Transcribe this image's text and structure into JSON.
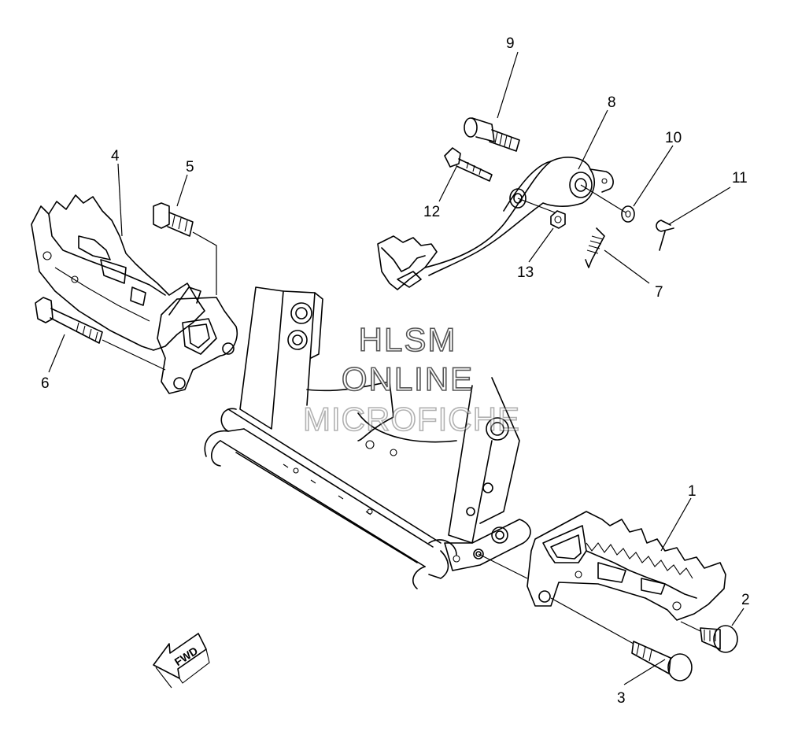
{
  "watermark": {
    "line1": "HLSM",
    "line2": "ONLINE",
    "line3": "MICROFICHE"
  },
  "direction_arrow": {
    "label": "FWD"
  },
  "callouts": [
    {
      "id": "1",
      "label": "1"
    },
    {
      "id": "2",
      "label": "2"
    },
    {
      "id": "3",
      "label": "3"
    },
    {
      "id": "4",
      "label": "4"
    },
    {
      "id": "5",
      "label": "5"
    },
    {
      "id": "6",
      "label": "6"
    },
    {
      "id": "7",
      "label": "7"
    },
    {
      "id": "8",
      "label": "8"
    },
    {
      "id": "9",
      "label": "9"
    },
    {
      "id": "10",
      "label": "10"
    },
    {
      "id": "11",
      "label": "11"
    },
    {
      "id": "12",
      "label": "12"
    },
    {
      "id": "13",
      "label": "13"
    }
  ],
  "colors": {
    "line": "#000000",
    "background": "#ffffff",
    "watermark_stroke": "#555555"
  }
}
